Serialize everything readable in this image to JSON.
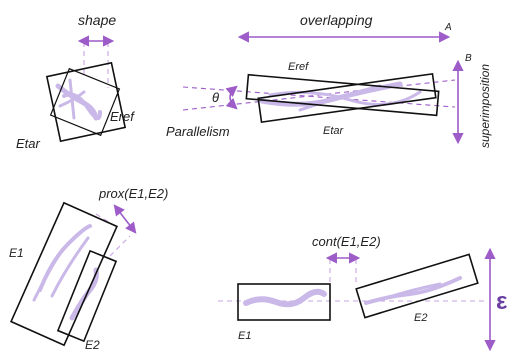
{
  "colors": {
    "accent": "#9d5cc8",
    "ink_fill": "#c9b8e8",
    "dash": "#c7a4e2",
    "box": "#111111",
    "background": "#ffffff"
  },
  "labels": {
    "shape": "shape",
    "overlapping": "overlapping",
    "superimposition": "superimposition",
    "point_a": "A",
    "point_b": "B",
    "theta": "θ",
    "parallelism": "Parallelism",
    "eref_1": "Eref",
    "etar_1": "Etar",
    "eref_2": "Eref",
    "etar_2": "Etar",
    "prox": "prox(E1,E2)",
    "e1_prox": "E1",
    "e2_prox": "E2",
    "cont": "cont(E1,E2)",
    "e1_cont": "E1",
    "e2_cont": "E2",
    "epsilon": "ε"
  }
}
